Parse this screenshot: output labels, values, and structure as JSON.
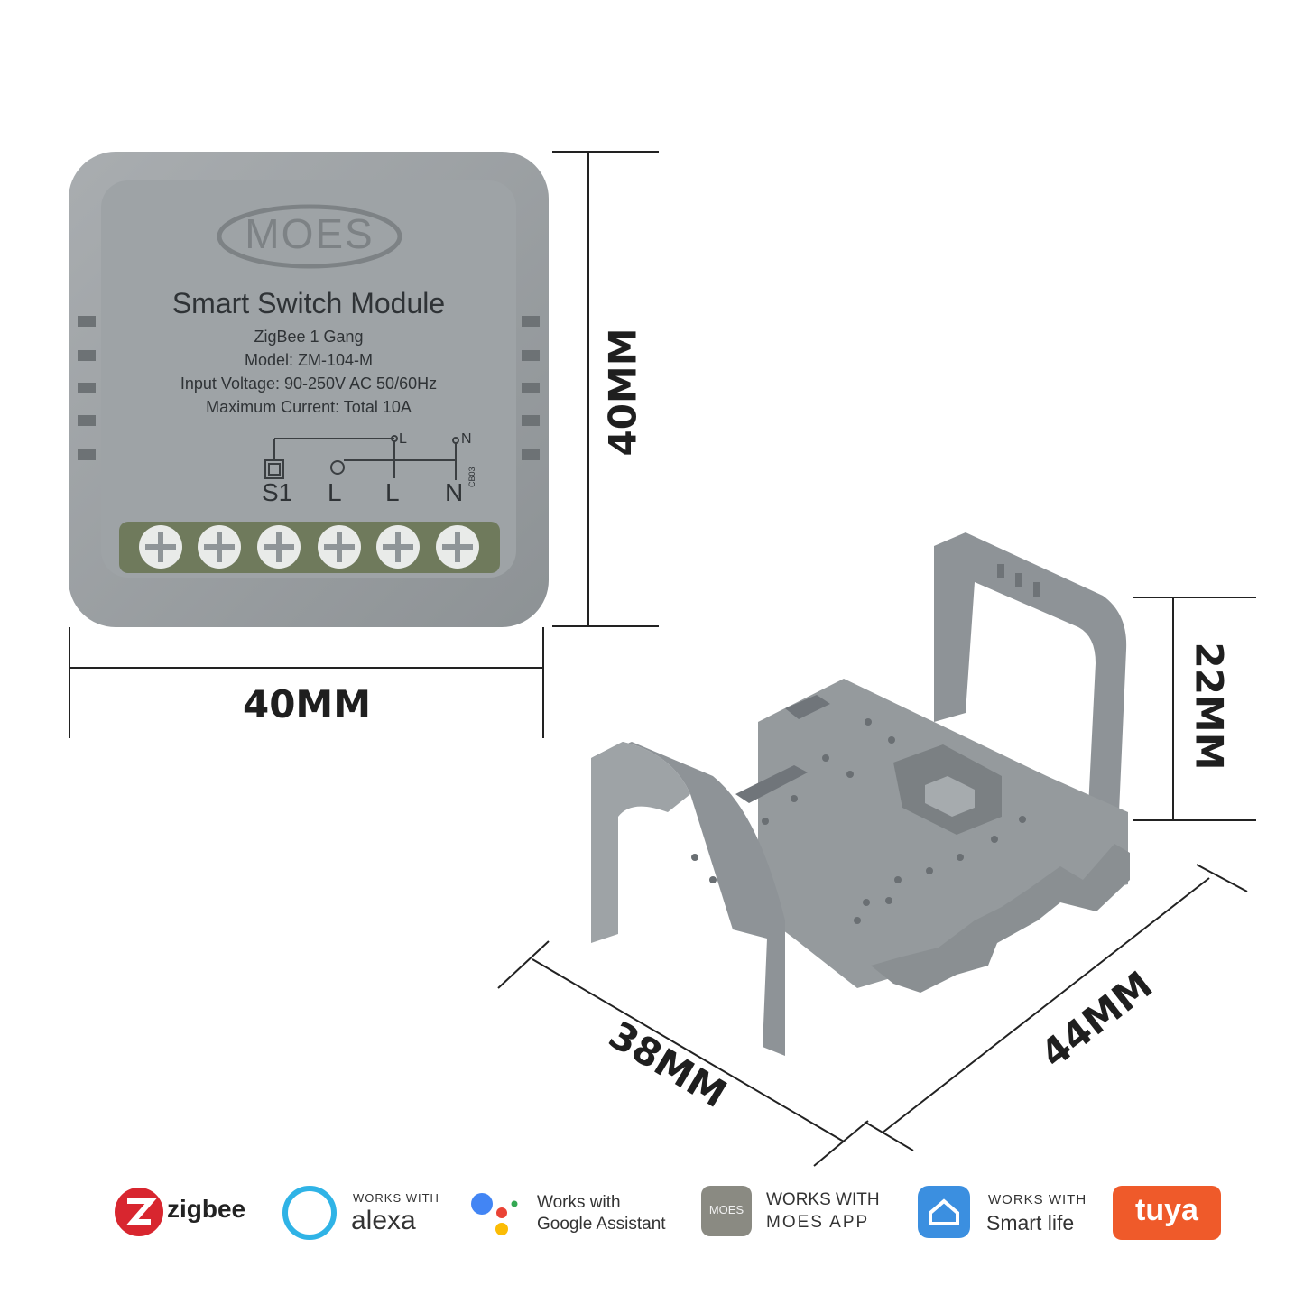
{
  "module": {
    "brand": "MOES",
    "title": "Smart Switch Module",
    "spec_lines": [
      "ZigBee 1 Gang",
      "Model: ZM-104-M",
      "Input Voltage: 90-250V AC 50/60Hz",
      "Maximum Current: Total 10A"
    ],
    "terminal_labels": [
      "S1",
      "L",
      "L",
      "N"
    ],
    "wire_labels": [
      "L",
      "N"
    ],
    "small_code": "CB03"
  },
  "dimensions": {
    "module_width": "40MM",
    "module_height": "40MM",
    "bracket_height": "22MM",
    "bracket_depth": "38MM",
    "bracket_width": "44MM"
  },
  "badges": {
    "zigbee": {
      "label": "zigbee"
    },
    "alexa": {
      "top": "WORKS WITH",
      "main": "alexa"
    },
    "google": {
      "top": "Works with",
      "main": "Google Assistant"
    },
    "moes": {
      "icon_text": "MOES",
      "top": "WORKS WITH",
      "main": "MOES APP"
    },
    "smartlife": {
      "top": "WORKS WITH",
      "main": "Smart life"
    },
    "tuya": {
      "label": "tuya"
    }
  },
  "colors": {
    "module_gray": "#9a9fa2",
    "terminal_green": "#6f7a5c",
    "zigbee_red": "#d8262f",
    "alexa_blue": "#2fb3e6",
    "tuya_orange": "#ef5a2a",
    "smartlife_blue": "#3b8fe0"
  }
}
